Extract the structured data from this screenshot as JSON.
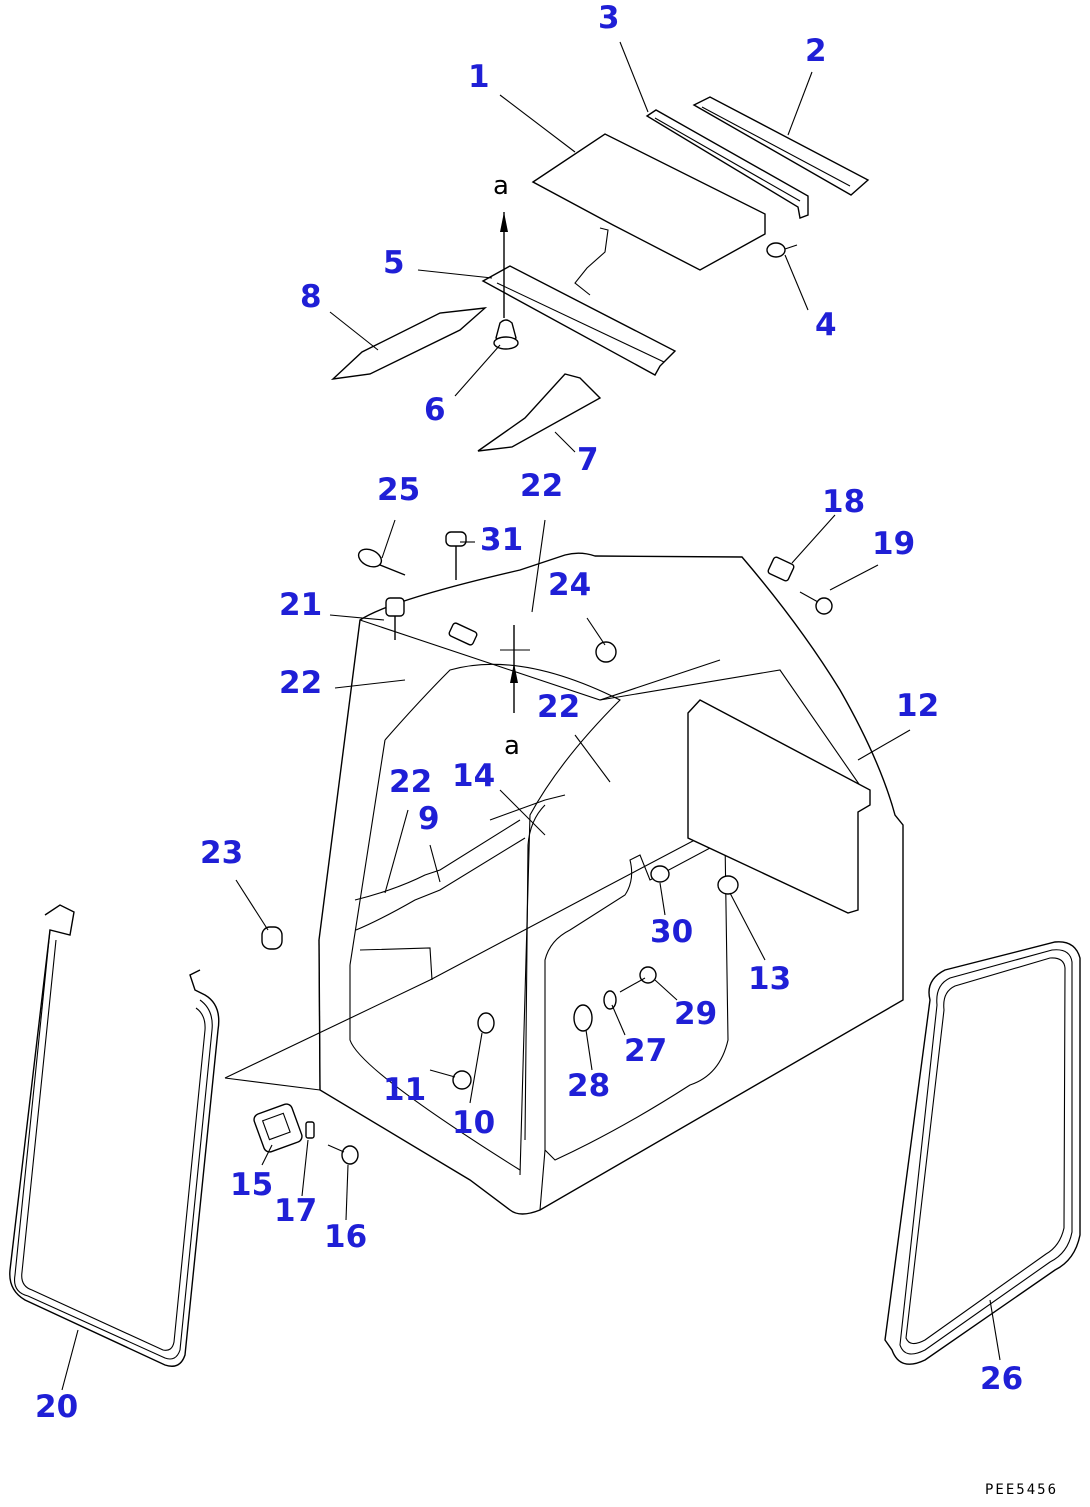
{
  "diagram": {
    "callouts": [
      {
        "id": "c1",
        "label": "1"
      },
      {
        "id": "c2",
        "label": "2"
      },
      {
        "id": "c3",
        "label": "3"
      },
      {
        "id": "c4",
        "label": "4"
      },
      {
        "id": "c5",
        "label": "5"
      },
      {
        "id": "c6",
        "label": "6"
      },
      {
        "id": "c7",
        "label": "7"
      },
      {
        "id": "c8",
        "label": "8"
      },
      {
        "id": "c9",
        "label": "9"
      },
      {
        "id": "c10",
        "label": "10"
      },
      {
        "id": "c11",
        "label": "11"
      },
      {
        "id": "c12",
        "label": "12"
      },
      {
        "id": "c13",
        "label": "13"
      },
      {
        "id": "c14",
        "label": "14"
      },
      {
        "id": "c15",
        "label": "15"
      },
      {
        "id": "c16",
        "label": "16"
      },
      {
        "id": "c17",
        "label": "17"
      },
      {
        "id": "c18",
        "label": "18"
      },
      {
        "id": "c19",
        "label": "19"
      },
      {
        "id": "c20",
        "label": "20"
      },
      {
        "id": "c21",
        "label": "21"
      },
      {
        "id": "c22a",
        "label": "22"
      },
      {
        "id": "c22b",
        "label": "22"
      },
      {
        "id": "c22c",
        "label": "22"
      },
      {
        "id": "c22d",
        "label": "22"
      },
      {
        "id": "c23",
        "label": "23"
      },
      {
        "id": "c24",
        "label": "24"
      },
      {
        "id": "c25",
        "label": "25"
      },
      {
        "id": "c26",
        "label": "26"
      },
      {
        "id": "c27",
        "label": "27"
      },
      {
        "id": "c28",
        "label": "28"
      },
      {
        "id": "c29",
        "label": "29"
      },
      {
        "id": "c30",
        "label": "30"
      },
      {
        "id": "c31",
        "label": "31"
      }
    ],
    "view_refs": [
      "a",
      "a"
    ],
    "drawing_code": "PEE5456",
    "colors": {
      "callout": "#1f1fd6",
      "line": "#000000",
      "background": "#ffffff"
    }
  }
}
